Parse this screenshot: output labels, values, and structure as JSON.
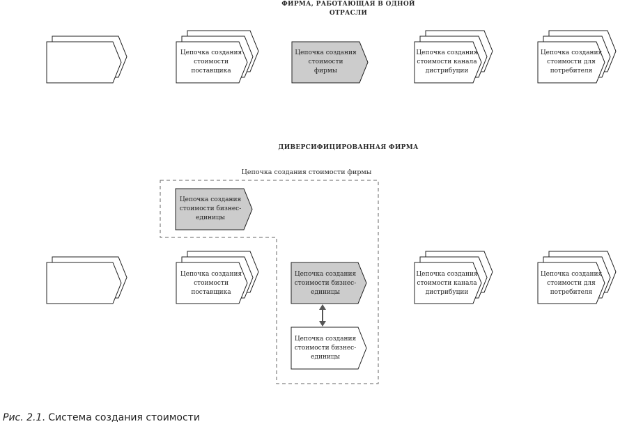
{
  "section_top": {
    "title": "ФИРМА, РАБОТАЮЩАЯ В ОДНОЙ\nОТРАСЛИ"
  },
  "section_bottom": {
    "title": "ДИВЕРСИФИЦИРОВАННАЯ ФИРМА",
    "dashed_label": "Цепочка создания стоимости фирмы"
  },
  "top_row": {
    "supplier": "Цепочка создания\nстоимости\nпоставщика",
    "firm": "Цепочка создания\nстоимости\nфирмы",
    "channel": "Цепочка создания\nстоимости канала\nдистрибуции",
    "consumer": "Цепочка создания\nстоимости для\nпотребителя"
  },
  "bottom_row": {
    "bu_top": "Цепочка создания\nстоимости бизнес-\nединицы",
    "supplier": "Цепочка создания\nстоимости\nпоставщика",
    "bu_mid": "Цепочка создания\nстоимости бизнес-\nединицы",
    "bu_low": "Цепочка создания\nстоимости бизнес-\nединицы",
    "channel": "Цепочка создания\nстоимости канала\nдистрибуции",
    "consumer": "Цепочка создания\nстоимости для\nпотребителя"
  },
  "caption": {
    "number": "Рис. 2.1",
    "text": ". Система создания стоимости"
  },
  "colors": {
    "filled": "#cccccc",
    "stroke": "#222222",
    "dashed": "#666666"
  }
}
